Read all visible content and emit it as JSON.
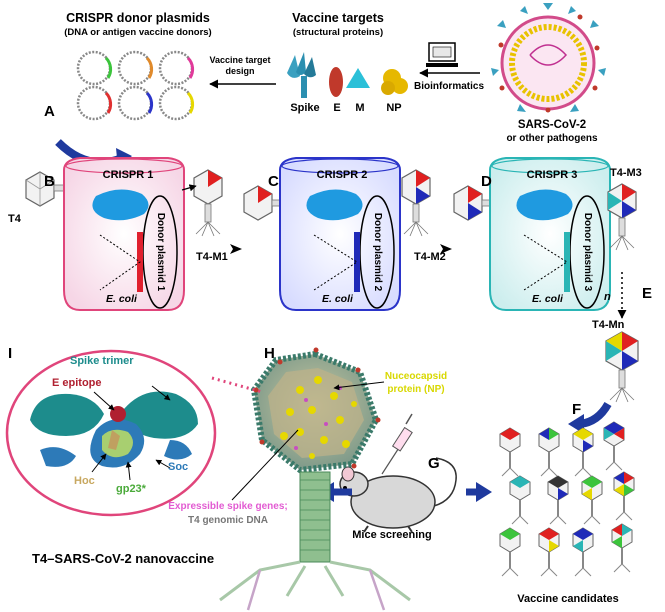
{
  "panels": [
    "A",
    "B",
    "C",
    "D",
    "E",
    "F",
    "G",
    "H",
    "I"
  ],
  "header": {
    "donor_title": "CRISPR donor plasmids",
    "donor_subtitle": "(DNA or antigen vaccine donors)",
    "targets_title": "Vaccine targets",
    "targets_subtitle": "(structural proteins)",
    "design_line1": "Vaccine target",
    "design_line2": "design",
    "bioinformatics": "Bioinformatics",
    "virus_line1": "SARS-CoV-2",
    "virus_line2": "or other pathogens"
  },
  "proteins": [
    "Spike",
    "E",
    "M",
    "NP"
  ],
  "crispr_steps": [
    {
      "title": "CRISPR 1",
      "donor": "Donor plasmid 1",
      "host": "E. coli",
      "product": "T4-M1"
    },
    {
      "title": "CRISPR 2",
      "donor": "Donor plasmid 2",
      "host": "E. coli",
      "product": "T4-M2"
    },
    {
      "title": "CRISPR 3",
      "donor": "Donor plasmid 3",
      "host": "E. coli",
      "product": "T4-M3"
    }
  ],
  "phage_start": "T4",
  "iteration": {
    "n": "n",
    "final": "T4-Mn"
  },
  "candidates_label": "Vaccine candidates",
  "mice_label": "Mice screening",
  "nanovaccine": {
    "np_line1": "Nuceocapsid",
    "np_line2": "protein (NP)",
    "genes_line1": "Expressible spike genes;",
    "genes_line2": "T4 genomic DNA",
    "title": "T4–SARS-CoV-2 nanovaccine"
  },
  "inset": {
    "spike_trimer": "Spike trimer",
    "e_epitope": "E epitope",
    "soc": "Soc",
    "hoc": "Hoc",
    "gp23": "gp23*"
  },
  "colors": {
    "crispr1": "#e0457b",
    "crispr2": "#2b34c9",
    "crispr3": "#2ab5b5",
    "arrow_blue": "#1f3a9e",
    "spike": "#2b8fb0",
    "e_protein": "#c0392b",
    "m_protein": "#2bc0d8",
    "np": "#e6b800",
    "np_label": "#d8d800",
    "genes_label": "#e25bd2",
    "inset_ring": "#e0457b",
    "trimer": "#1d8c8c"
  }
}
